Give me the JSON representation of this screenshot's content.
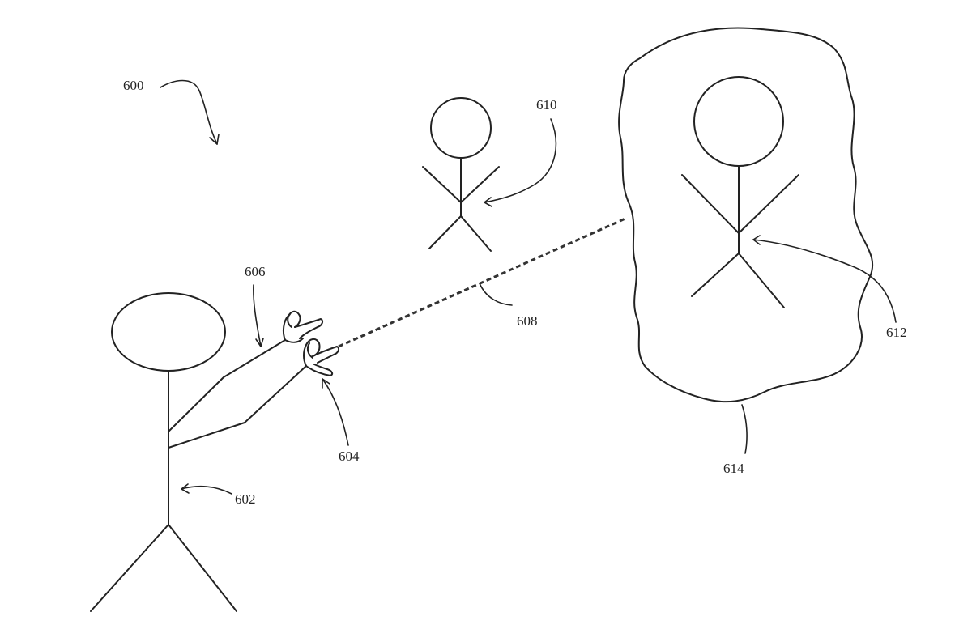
{
  "figure": {
    "labels": {
      "scene": "600",
      "user": "602",
      "hand_lower": "604",
      "hand_upper": "606",
      "ray": "608",
      "person_near": "610",
      "person_target": "612",
      "region": "614"
    }
  },
  "colors": {
    "ink": "#222222",
    "background": "#ffffff"
  }
}
